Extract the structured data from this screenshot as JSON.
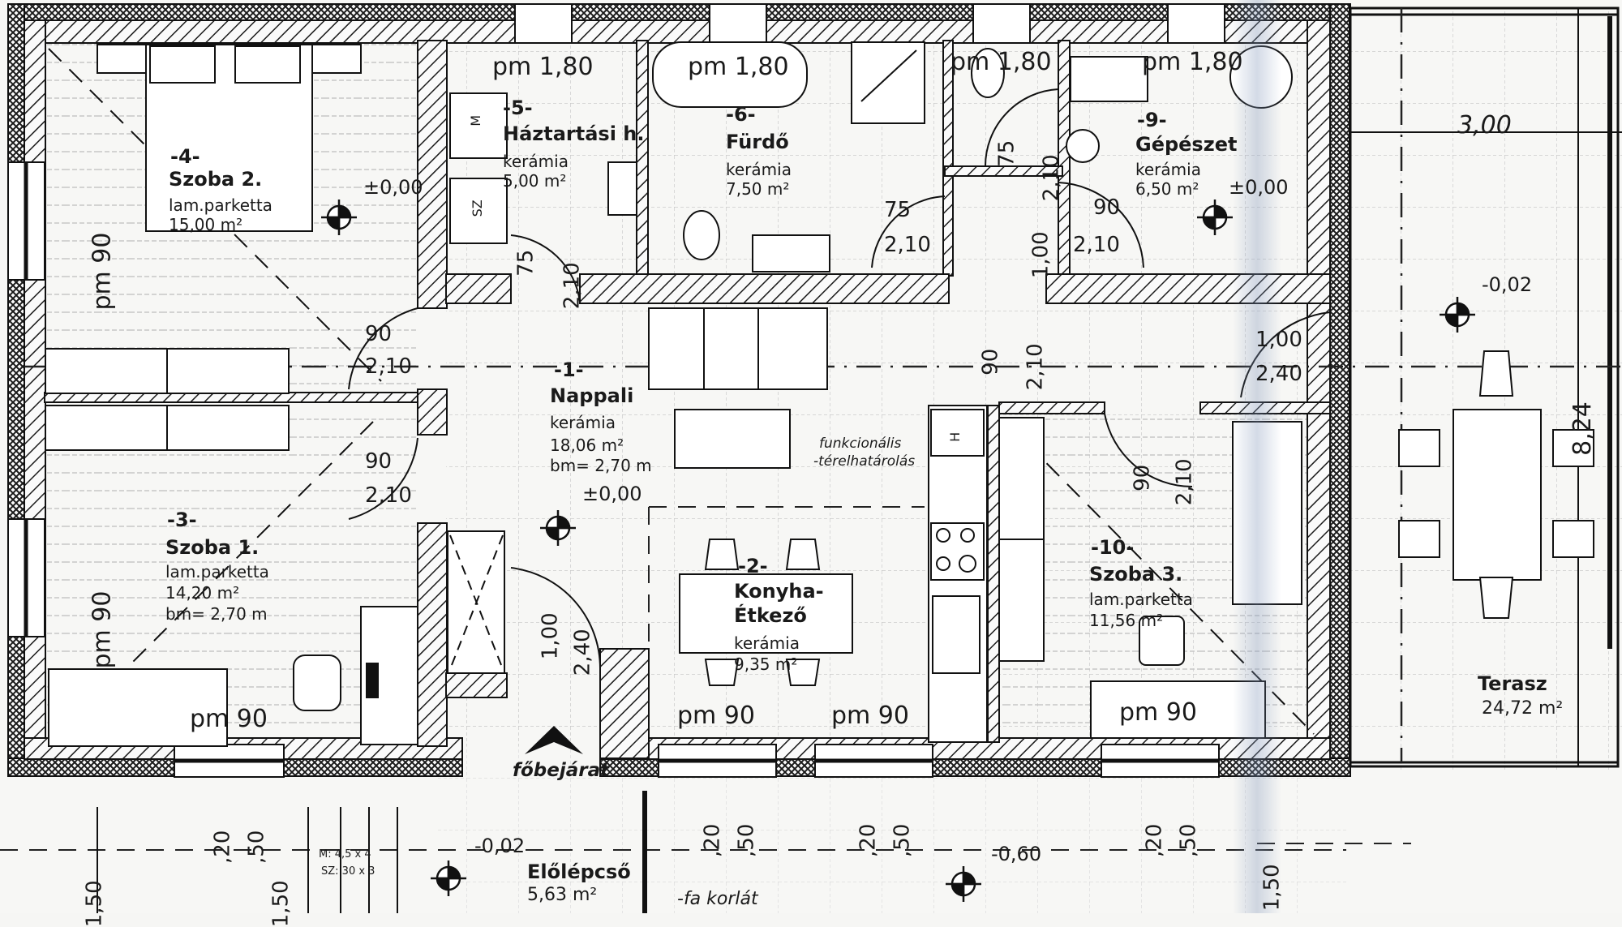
{
  "plan": {
    "title": "Floor plan",
    "rooms": [
      {
        "id": "1",
        "number": "-1-",
        "name": "Nappali",
        "floor": "kerámia",
        "area": "18,06 m²",
        "height": "bm= 2,70 m",
        "level": "±0,00"
      },
      {
        "id": "2",
        "number": "-2-",
        "name": "Konyha-",
        "name2": "Étkező",
        "floor": "kerámia",
        "area": "9,35 m²"
      },
      {
        "id": "3",
        "number": "-3-",
        "name": "Szoba 1.",
        "floor": "lam.parketta",
        "area": "14,20 m²",
        "height": "bm= 2,70 m"
      },
      {
        "id": "4",
        "number": "-4-",
        "name": "Szoba 2.",
        "floor": "lam.parketta",
        "area": "15,00 m²",
        "level": "±0,00"
      },
      {
        "id": "5",
        "number": "-5-",
        "name": "Háztartási h.",
        "floor": "kerámia",
        "area": "5,00 m²"
      },
      {
        "id": "6",
        "number": "-6-",
        "name": "Fürdő",
        "floor": "kerámia",
        "area": "7,50 m²"
      },
      {
        "id": "9",
        "number": "-9-",
        "name": "Gépészet",
        "floor": "kerámia",
        "area": "6,50 m²",
        "level": "±0,00"
      },
      {
        "id": "10",
        "number": "-10-",
        "name": "Szoba 3.",
        "floor": "lam.parketta",
        "area": "11,56 m²"
      },
      {
        "id": "terasz",
        "name": "Terasz",
        "area": "24,72 m²",
        "level": "-0,02"
      },
      {
        "id": "elolepcso",
        "name": "Előlépcső",
        "area": "5,63 m²",
        "level": "-0,02"
      }
    ],
    "annotations": {
      "entrance": "főbejárat",
      "railing": "-fa korlát",
      "zoning_line1": "funkcionális",
      "zoning_line2": "-térelhatárolás",
      "ground_level": "-0,60",
      "terrace_width": "3,00",
      "terrace_length": "8,24",
      "stair_m": "M: 4,5 x 4",
      "stair_sz": "SZ: 30 x 3",
      "appliance_m": "M",
      "appliance_sz": "SZ",
      "appliance_h": "H"
    },
    "windows": {
      "pm180": "pm 1,80",
      "pm90": "pm 90"
    },
    "doors": {
      "w90": "90",
      "w75": "75",
      "w100": "1,00",
      "h210": "2,10",
      "h240": "2,40",
      "h100": "1,00"
    },
    "window_dims": {
      "d120": ",20",
      "d150a": ",50",
      "d150": "1,50"
    }
  }
}
